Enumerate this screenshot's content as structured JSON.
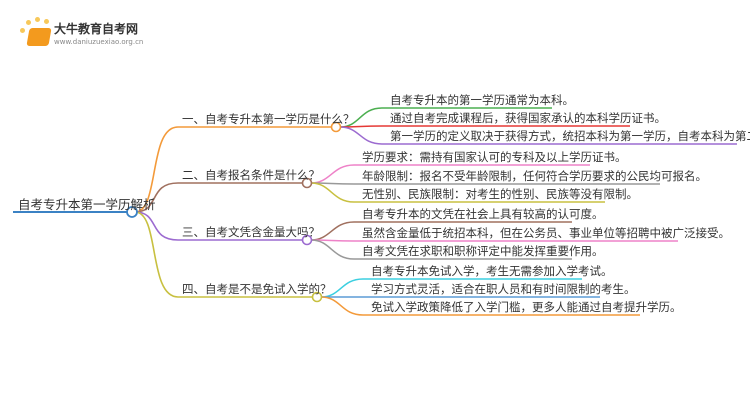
{
  "logo": {
    "name": "大牛教育自考网",
    "url": "www.daniuzuexiao.org.cn"
  },
  "root": {
    "label": "自考专升本第一学历解析",
    "color": "#3b82c4"
  },
  "branches": [
    {
      "label": "一、自考专升本第一学历是什么？",
      "color": "#f39a3a",
      "leaves": [
        {
          "text": "自考专升本的第一学历通常为本科。",
          "color": "#4caf50"
        },
        {
          "text": "通过自考完成课程后，获得国家承认的本科学历证书。",
          "color": "#e53935"
        },
        {
          "text": "第一学历的定义取决于获得方式，统招本科为第一学历，自考本科为第二学历。",
          "color": "#9c6bd0"
        }
      ]
    },
    {
      "label": "二、自考报名条件是什么？",
      "color": "#a0705f",
      "leaves": [
        {
          "text": "学历要求：需持有国家认可的专科及以上学历证书。",
          "color": "#ee82c8"
        },
        {
          "text": "年龄限制：报名不受年龄限制，任何符合学历要求的公民均可报名。",
          "color": "#999999"
        },
        {
          "text": "无性别、民族限制：对考生的性别、民族等没有限制。",
          "color": "#c8c040"
        }
      ]
    },
    {
      "label": "三、自考文凭含金量大吗？",
      "color": "#9c6bd0",
      "leaves": [
        {
          "text": "自考专升本的文凭在社会上具有较高的认可度。",
          "color": "#a0705f"
        },
        {
          "text": "虽然含金量低于统招本科，但在公务员、事业单位等招聘中被广泛接受。",
          "color": "#ee82c8"
        },
        {
          "text": "自考文凭在求职和职称评定中能发挥重要作用。",
          "color": "#999999"
        }
      ]
    },
    {
      "label": "四、自考是不是免试入学的？",
      "color": "#c8c040",
      "leaves": [
        {
          "text": "自考专升本免试入学，考生无需参加入学考试。",
          "color": "#3ccfe0"
        },
        {
          "text": "学习方式灵活，适合在职人员和有时间限制的考生。",
          "color": "#5b9bd5"
        },
        {
          "text": "免试入学政策降低了入学门槛，更多人能通过自考提升学历。",
          "color": "#f39a3a"
        }
      ]
    }
  ]
}
